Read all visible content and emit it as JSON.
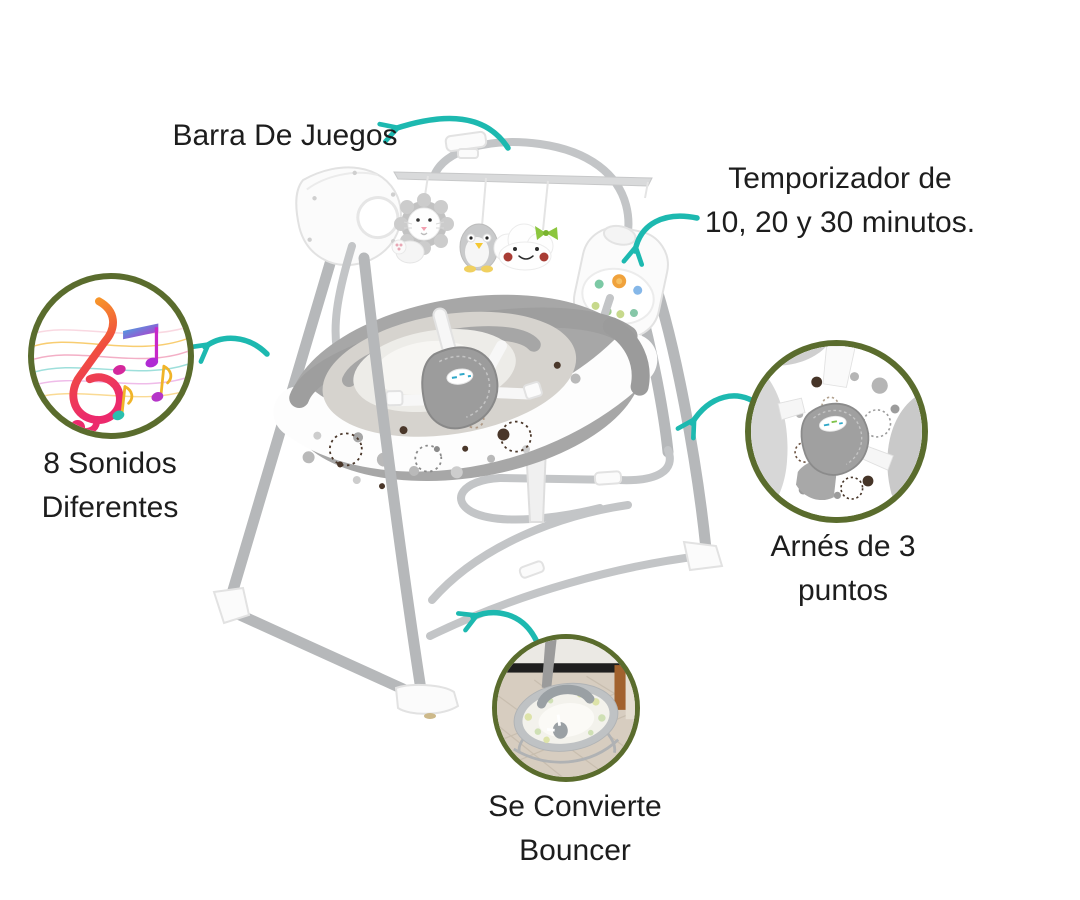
{
  "callouts": {
    "play_bar": {
      "label": "Barra De Juegos"
    },
    "timer": {
      "line1": "Temporizador de",
      "line2": "10, 20 y 30 minutos."
    },
    "sounds": {
      "line1": "8 Sonidos",
      "line2": "Diferentes",
      "icon": "music-notes-icon"
    },
    "harness": {
      "line1": "Arnés de 3",
      "line2": "puntos",
      "icon": "harness-closeup-photo"
    },
    "bouncer": {
      "line1": "Se Convierte",
      "line2": "Bouncer",
      "icon": "bouncer-closeup-photo"
    }
  },
  "colors": {
    "arrow_teal": "#1db9b0",
    "circle_border_olive": "#5a6c2d",
    "text": "#1d1d1d",
    "background": "#ffffff",
    "frame_gray": "#b6b8ba",
    "seat_gray": "#a7a7a7"
  }
}
